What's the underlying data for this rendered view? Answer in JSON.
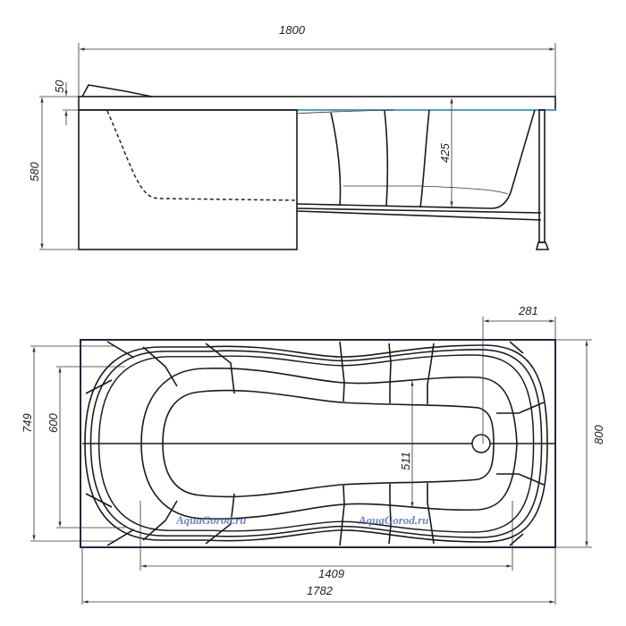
{
  "side_view": {
    "dim_length": "1800",
    "dim_rim": "50",
    "dim_height": "580",
    "dim_depth": "425",
    "rim_accent_color": "#4aa3c9"
  },
  "top_view": {
    "dim_drain_offset": "281",
    "dim_outer_width": "749",
    "dim_inner_width": "600",
    "dim_basin_width": "511",
    "dim_total_width": "800",
    "dim_basin_length": "1409",
    "dim_outer_length": "1782"
  },
  "watermarks": [
    "AquaGorod.ru",
    "AquaGorod.ru"
  ]
}
